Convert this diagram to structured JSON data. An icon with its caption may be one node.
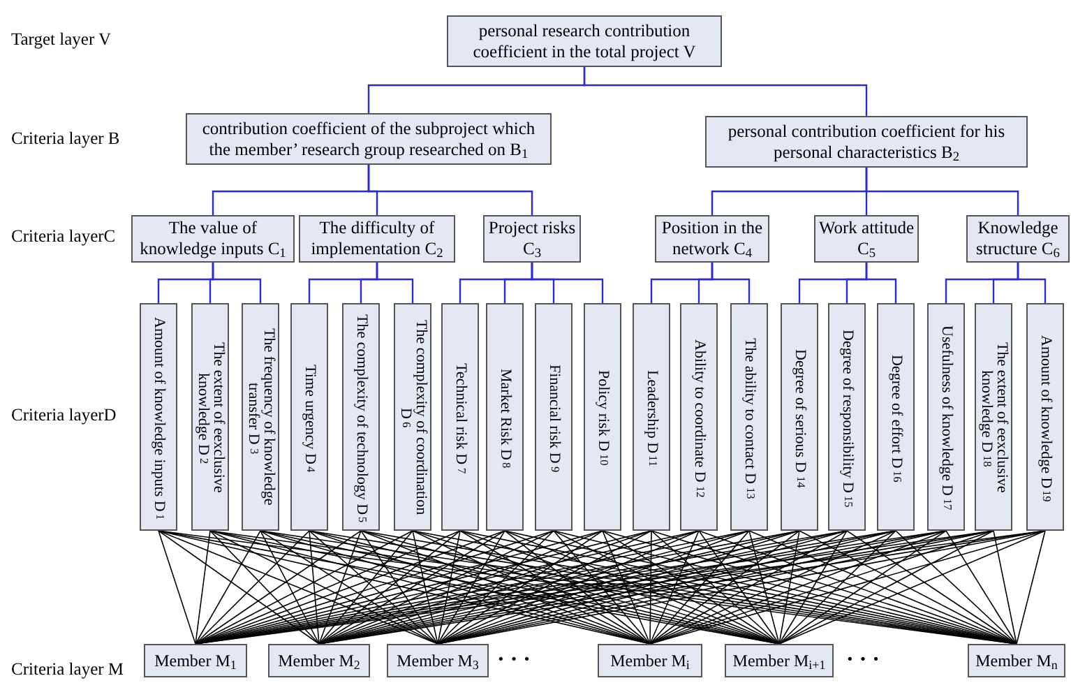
{
  "diagram": {
    "nodes": [
      {
        "text": [
          "personal research contribution coefficient in the total project V"
        ]
      },
      {
        "text": [
          "contribution coefficient of the subproject which the member’ research group researched on B$_{1}$"
        ]
      },
      {
        "text": [
          "personal contribution coefficient for his personal characteristics B$_{2}$"
        ]
      },
      {
        "text": [
          "The value of knowledge inputs C$_{1}$"
        ]
      },
      {
        "text": [
          "The difficulty of implementation C$_{2}$"
        ]
      },
      {
        "text": [
          "Project risks C$_{3}$"
        ]
      },
      {
        "text": [
          "Position in the network C$_{4}$"
        ]
      },
      {
        "text": [
          "Work attitude C$_{5}$"
        ]
      },
      {
        "text": [
          "Knowledge structure C$_{6}$"
        ]
      },
      {
        "text": [
          "Amount of knowledge inputs D$_{1}$"
        ]
      },
      {
        "text": [
          "The extent of eexclusive knowledge D$_{2}$"
        ]
      },
      {
        "text": [
          "The frequency of knowledge transfer D$_{3}$"
        ]
      },
      {
        "text": [
          "Time urgency D$_{4}$"
        ]
      },
      {
        "text": [
          "The complexity of technology D$_{5}$"
        ]
      },
      {
        "text": [
          "The complexity of coordination D$_{6}$"
        ]
      },
      {
        "text": [
          "Technical risk D$_{7}$"
        ]
      },
      {
        "text": [
          "Market Risk D$_{8}$"
        ]
      },
      {
        "text": [
          "Financial risk D$_{9}$"
        ]
      },
      {
        "text": [
          "Policy risk D$_{10}$"
        ]
      },
      {
        "text": [
          "Leadership D$_{11}$"
        ]
      },
      {
        "text": [
          "Ability to coordinate D$_{12}$"
        ]
      },
      {
        "text": [
          "The ability to contact D$_{13}$"
        ]
      },
      {
        "text": [
          "Degree of serious  D$_{14}$"
        ]
      },
      {
        "text": [
          "Degree of responsibility D$_{15}$"
        ]
      },
      {
        "text": [
          "Degree of effort D$_{16}$"
        ]
      },
      {
        "text": [
          "Usefulness of knowledge D$_{17}$"
        ]
      },
      {
        "text": [
          "The extent of eexclusive knowledge D$_{18}$"
        ]
      },
      {
        "text": [
          "Amount of knowledge D$_{19}$"
        ]
      },
      {
        "text": [
          "Member M$_{1}$"
        ]
      },
      {
        "text": [
          "Member M$_{2}$"
        ]
      },
      {
        "text": [
          "Member M$_{3}$"
        ]
      },
      {
        "text": [
          "Member M$_{i}$"
        ]
      },
      {
        "text": [
          "Member M$_{i+1}$"
        ]
      },
      {
        "text": [
          "Member M$_{n}$"
        ]
      }
    ],
    "edges": [
      {
        "from": 0,
        "to": 1,
        "arrow": "none",
        "color": "#2b2bd6"
      },
      {
        "from": 0,
        "to": 2,
        "arrow": "none",
        "color": "#2b2bd6"
      },
      {
        "from": 1,
        "to": 3,
        "arrow": "none",
        "color": "#2b2bd6"
      },
      {
        "from": 1,
        "to": 4,
        "arrow": "none",
        "color": "#2b2bd6"
      },
      {
        "from": 1,
        "to": 5,
        "arrow": "none",
        "color": "#2b2bd6"
      },
      {
        "from": 2,
        "to": 6,
        "arrow": "none",
        "color": "#2b2bd6"
      },
      {
        "from": 2,
        "to": 7,
        "arrow": "none",
        "color": "#2b2bd6"
      },
      {
        "from": 2,
        "to": 8,
        "arrow": "none",
        "color": "#2b2bd6"
      },
      {
        "from": 3,
        "to": 9,
        "arrow": "none",
        "color": "#2b2bd6"
      },
      {
        "from": 3,
        "to": 10,
        "arrow": "none",
        "color": "#2b2bd6"
      },
      {
        "from": 3,
        "to": 11,
        "arrow": "none",
        "color": "#2b2bd6"
      },
      {
        "from": 4,
        "to": 12,
        "arrow": "none",
        "color": "#2b2bd6"
      },
      {
        "from": 4,
        "to": 13,
        "arrow": "none",
        "color": "#2b2bd6"
      },
      {
        "from": 4,
        "to": 14,
        "arrow": "none",
        "color": "#2b2bd6"
      },
      {
        "from": 5,
        "to": 15,
        "arrow": "none",
        "color": "#2b2bd6"
      },
      {
        "from": 5,
        "to": 16,
        "arrow": "none",
        "color": "#2b2bd6"
      },
      {
        "from": 5,
        "to": 17,
        "arrow": "none",
        "color": "#2b2bd6"
      },
      {
        "from": 5,
        "to": 18,
        "arrow": "none",
        "color": "#2b2bd6"
      },
      {
        "from": 6,
        "to": 19,
        "arrow": "none",
        "color": "#2b2bd6"
      },
      {
        "from": 6,
        "to": 20,
        "arrow": "none",
        "color": "#2b2bd6"
      },
      {
        "from": 6,
        "to": 21,
        "arrow": "none",
        "color": "#2b2bd6"
      },
      {
        "from": 7,
        "to": 22,
        "arrow": "none",
        "color": "#2b2bd6"
      },
      {
        "from": 7,
        "to": 23,
        "arrow": "none",
        "color": "#2b2bd6"
      },
      {
        "from": 7,
        "to": 24,
        "arrow": "none",
        "color": "#2b2bd6"
      },
      {
        "from": 8,
        "to": 25,
        "arrow": "none",
        "color": "#2b2bd6"
      },
      {
        "from": 8,
        "to": 26,
        "arrow": "none",
        "color": "#2b2bd6"
      },
      {
        "from": 8,
        "to": 27,
        "arrow": "none",
        "color": "#2b2bd6"
      },
      {
        "from": 9,
        "to": 28,
        "arrow": "none"
      },
      {
        "from": 9,
        "to": 29,
        "arrow": "none"
      },
      {
        "from": 9,
        "to": 30,
        "arrow": "none"
      },
      {
        "from": 9,
        "to": 31,
        "arrow": "none"
      },
      {
        "from": 9,
        "to": 32,
        "arrow": "none"
      },
      {
        "from": 9,
        "to": 33,
        "arrow": "none"
      },
      {
        "from": 10,
        "to": 28,
        "arrow": "none"
      },
      {
        "from": 10,
        "to": 29,
        "arrow": "none"
      },
      {
        "from": 10,
        "to": 30,
        "arrow": "none"
      },
      {
        "from": 10,
        "to": 31,
        "arrow": "none"
      },
      {
        "from": 10,
        "to": 32,
        "arrow": "none"
      },
      {
        "from": 10,
        "to": 33,
        "arrow": "none"
      },
      {
        "from": 11,
        "to": 28,
        "arrow": "none"
      },
      {
        "from": 11,
        "to": 29,
        "arrow": "none"
      },
      {
        "from": 11,
        "to": 30,
        "arrow": "none"
      },
      {
        "from": 11,
        "to": 31,
        "arrow": "none"
      },
      {
        "from": 11,
        "to": 32,
        "arrow": "none"
      },
      {
        "from": 11,
        "to": 33,
        "arrow": "none"
      },
      {
        "from": 12,
        "to": 28,
        "arrow": "none"
      },
      {
        "from": 12,
        "to": 29,
        "arrow": "none"
      },
      {
        "from": 12,
        "to": 30,
        "arrow": "none"
      },
      {
        "from": 12,
        "to": 31,
        "arrow": "none"
      },
      {
        "from": 12,
        "to": 32,
        "arrow": "none"
      },
      {
        "from": 12,
        "to": 33,
        "arrow": "none"
      },
      {
        "from": 13,
        "to": 28,
        "arrow": "none"
      },
      {
        "from": 13,
        "to": 29,
        "arrow": "none"
      },
      {
        "from": 13,
        "to": 30,
        "arrow": "none"
      },
      {
        "from": 13,
        "to": 31,
        "arrow": "none"
      },
      {
        "from": 13,
        "to": 32,
        "arrow": "none"
      },
      {
        "from": 13,
        "to": 33,
        "arrow": "none"
      },
      {
        "from": 14,
        "to": 28,
        "arrow": "none"
      },
      {
        "from": 14,
        "to": 29,
        "arrow": "none"
      },
      {
        "from": 14,
        "to": 30,
        "arrow": "none"
      },
      {
        "from": 14,
        "to": 31,
        "arrow": "none"
      },
      {
        "from": 14,
        "to": 32,
        "arrow": "none"
      },
      {
        "from": 14,
        "to": 33,
        "arrow": "none"
      },
      {
        "from": 15,
        "to": 28,
        "arrow": "none"
      },
      {
        "from": 15,
        "to": 29,
        "arrow": "none"
      },
      {
        "from": 15,
        "to": 30,
        "arrow": "none"
      },
      {
        "from": 15,
        "to": 31,
        "arrow": "none"
      },
      {
        "from": 15,
        "to": 32,
        "arrow": "none"
      },
      {
        "from": 15,
        "to": 33,
        "arrow": "none"
      },
      {
        "from": 16,
        "to": 28,
        "arrow": "none"
      },
      {
        "from": 16,
        "to": 29,
        "arrow": "none"
      },
      {
        "from": 16,
        "to": 30,
        "arrow": "none"
      },
      {
        "from": 16,
        "to": 31,
        "arrow": "none"
      },
      {
        "from": 16,
        "to": 32,
        "arrow": "none"
      },
      {
        "from": 16,
        "to": 33,
        "arrow": "none"
      },
      {
        "from": 17,
        "to": 28,
        "arrow": "none"
      },
      {
        "from": 17,
        "to": 29,
        "arrow": "none"
      },
      {
        "from": 17,
        "to": 30,
        "arrow": "none"
      },
      {
        "from": 17,
        "to": 31,
        "arrow": "none"
      },
      {
        "from": 17,
        "to": 32,
        "arrow": "none"
      },
      {
        "from": 17,
        "to": 33,
        "arrow": "none"
      },
      {
        "from": 18,
        "to": 28,
        "arrow": "none"
      },
      {
        "from": 18,
        "to": 29,
        "arrow": "none"
      },
      {
        "from": 18,
        "to": 30,
        "arrow": "none"
      },
      {
        "from": 18,
        "to": 31,
        "arrow": "none"
      },
      {
        "from": 18,
        "to": 32,
        "arrow": "none"
      },
      {
        "from": 18,
        "to": 33,
        "arrow": "none"
      },
      {
        "from": 19,
        "to": 28,
        "arrow": "none"
      },
      {
        "from": 19,
        "to": 29,
        "arrow": "none"
      },
      {
        "from": 19,
        "to": 30,
        "arrow": "none"
      },
      {
        "from": 19,
        "to": 31,
        "arrow": "none"
      },
      {
        "from": 19,
        "to": 32,
        "arrow": "none"
      },
      {
        "from": 19,
        "to": 33,
        "arrow": "none"
      },
      {
        "from": 20,
        "to": 28,
        "arrow": "none"
      },
      {
        "from": 20,
        "to": 29,
        "arrow": "none"
      },
      {
        "from": 20,
        "to": 30,
        "arrow": "none"
      },
      {
        "from": 20,
        "to": 31,
        "arrow": "none"
      },
      {
        "from": 20,
        "to": 32,
        "arrow": "none"
      },
      {
        "from": 20,
        "to": 33,
        "arrow": "none"
      },
      {
        "from": 21,
        "to": 28,
        "arrow": "none"
      },
      {
        "from": 21,
        "to": 29,
        "arrow": "none"
      },
      {
        "from": 21,
        "to": 30,
        "arrow": "none"
      },
      {
        "from": 21,
        "to": 31,
        "arrow": "none"
      },
      {
        "from": 21,
        "to": 32,
        "arrow": "none"
      },
      {
        "from": 21,
        "to": 33,
        "arrow": "none"
      },
      {
        "from": 22,
        "to": 28,
        "arrow": "none"
      },
      {
        "from": 22,
        "to": 29,
        "arrow": "none"
      },
      {
        "from": 22,
        "to": 30,
        "arrow": "none"
      },
      {
        "from": 22,
        "to": 31,
        "arrow": "none"
      },
      {
        "from": 22,
        "to": 32,
        "arrow": "none"
      },
      {
        "from": 22,
        "to": 33,
        "arrow": "none"
      },
      {
        "from": 23,
        "to": 28,
        "arrow": "none"
      },
      {
        "from": 23,
        "to": 29,
        "arrow": "none"
      },
      {
        "from": 23,
        "to": 30,
        "arrow": "none"
      },
      {
        "from": 23,
        "to": 31,
        "arrow": "none"
      },
      {
        "from": 23,
        "to": 32,
        "arrow": "none"
      },
      {
        "from": 23,
        "to": 33,
        "arrow": "none"
      },
      {
        "from": 24,
        "to": 28,
        "arrow": "none"
      },
      {
        "from": 24,
        "to": 29,
        "arrow": "none"
      },
      {
        "from": 24,
        "to": 30,
        "arrow": "none"
      },
      {
        "from": 24,
        "to": 31,
        "arrow": "none"
      },
      {
        "from": 24,
        "to": 32,
        "arrow": "none"
      },
      {
        "from": 24,
        "to": 33,
        "arrow": "none"
      },
      {
        "from": 25,
        "to": 28,
        "arrow": "none"
      },
      {
        "from": 25,
        "to": 29,
        "arrow": "none"
      },
      {
        "from": 25,
        "to": 30,
        "arrow": "none"
      },
      {
        "from": 25,
        "to": 31,
        "arrow": "none"
      },
      {
        "from": 25,
        "to": 32,
        "arrow": "none"
      },
      {
        "from": 25,
        "to": 33,
        "arrow": "none"
      },
      {
        "from": 26,
        "to": 28,
        "arrow": "none"
      },
      {
        "from": 26,
        "to": 29,
        "arrow": "none"
      },
      {
        "from": 26,
        "to": 30,
        "arrow": "none"
      },
      {
        "from": 26,
        "to": 31,
        "arrow": "none"
      },
      {
        "from": 26,
        "to": 32,
        "arrow": "none"
      },
      {
        "from": 26,
        "to": 33,
        "arrow": "none"
      },
      {
        "from": 27,
        "to": 28,
        "arrow": "none"
      },
      {
        "from": 27,
        "to": 29,
        "arrow": "none"
      },
      {
        "from": 27,
        "to": 30,
        "arrow": "none"
      },
      {
        "from": 27,
        "to": 31,
        "arrow": "none"
      },
      {
        "from": 27,
        "to": 32,
        "arrow": "none"
      },
      {
        "from": 27,
        "to": 33,
        "arrow": "none"
      }
    ],
    "labels": [
      "Target layer V",
      "Criteria layer B",
      "Criteria layerC",
      "Criteria layerD",
      "Criteria layer M",
      "·  ·  ·",
      "·  ·  ·"
    ]
  }
}
